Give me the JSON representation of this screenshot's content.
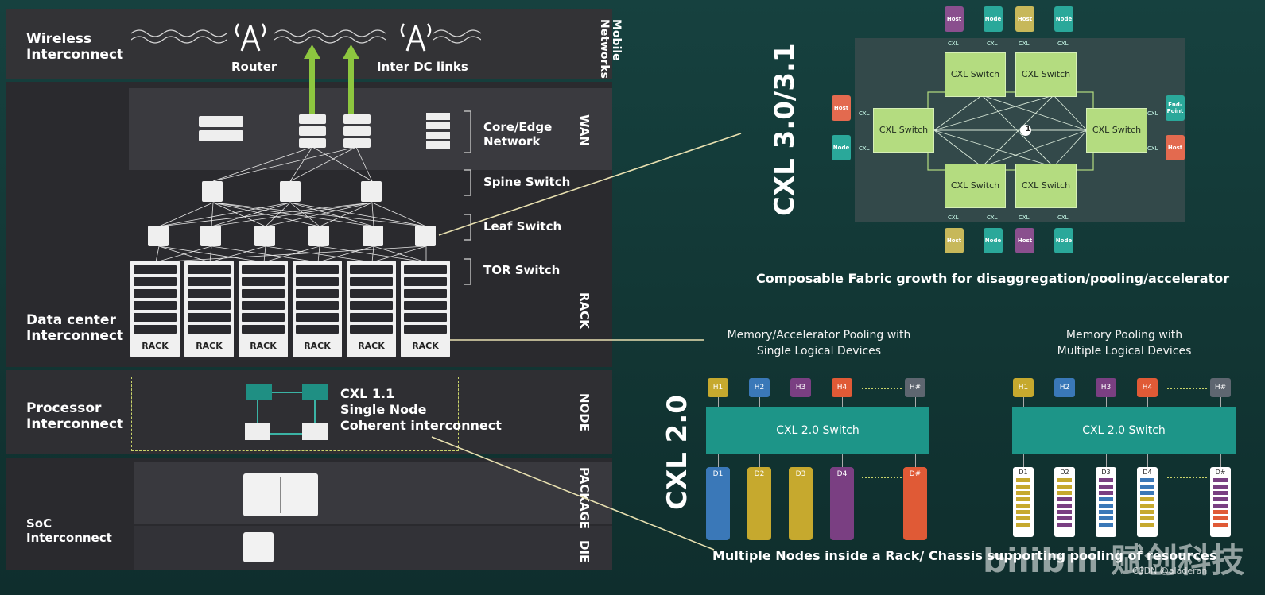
{
  "left_panel": {
    "bands": {
      "wireless": {
        "label": "Wireless\nInterconnect",
        "vertical": "Mobile\nNetworks"
      },
      "datacenter": {
        "label": "Data center\nInterconnect"
      },
      "processor": {
        "label": "Processor\nInterconnect",
        "vertical": "NODE"
      },
      "soc": {
        "label": "SoC\nInterconnect",
        "vertical_package": "PACKAGE",
        "vertical_die": "DIE"
      }
    },
    "wan_label": "WAN",
    "rack_label": "RACK",
    "router_label": "Router",
    "inter_dc_label": "Inter DC links",
    "tiers": {
      "core_edge": "Core/Edge\nNetwork",
      "spine": "Spine Switch",
      "leaf": "Leaf Switch",
      "tor": "TOR Switch"
    },
    "rack_unit_label": "RACK",
    "rack_count": 6,
    "cxl11": {
      "line1": "CXL 1.1",
      "line2": "Single Node",
      "line3": "Coherent interconnect"
    }
  },
  "cxl3": {
    "title": "CXL 3.0/3.1",
    "switch_label": "CXL Switch",
    "center_marker": "1",
    "link_label": "CXL",
    "top_chips": [
      {
        "label": "Host",
        "color": "#8a4f8e"
      },
      {
        "label": "Node",
        "color": "#2aa89a"
      },
      {
        "label": "Host",
        "color": "#c7b85a"
      },
      {
        "label": "Node",
        "color": "#2aa89a"
      }
    ],
    "bottom_chips": [
      {
        "label": "Host",
        "color": "#c7b85a"
      },
      {
        "label": "Node",
        "color": "#2aa89a"
      },
      {
        "label": "Host",
        "color": "#8a4f8e"
      },
      {
        "label": "Node",
        "color": "#2aa89a"
      }
    ],
    "left_chips": [
      {
        "label": "Host",
        "color": "#e36a4f"
      },
      {
        "label": "Node",
        "color": "#2aa89a"
      }
    ],
    "right_chips": [
      {
        "label": "End-\nPoint",
        "color": "#2aa89a"
      },
      {
        "label": "Host",
        "color": "#e36a4f"
      }
    ],
    "caption": "Composable Fabric growth for disaggregation/pooling/accelerator"
  },
  "cxl2": {
    "title": "CXL 2.0",
    "switch_label": "CXL 2.0 Switch",
    "sld": {
      "caption": "Memory/Accelerator Pooling with\nSingle Logical Devices",
      "hosts": [
        {
          "label": "H1",
          "color": "#c6a92e"
        },
        {
          "label": "H2",
          "color": "#3a78b8"
        },
        {
          "label": "H3",
          "color": "#7a3f82"
        },
        {
          "label": "H4",
          "color": "#e05a36"
        },
        {
          "label": "H#",
          "color": "#5e6670"
        }
      ],
      "devices": [
        {
          "label": "D1",
          "color": "#3a78b8"
        },
        {
          "label": "D2",
          "color": "#c6a92e"
        },
        {
          "label": "D3",
          "color": "#c6a92e"
        },
        {
          "label": "D4",
          "color": "#7a3f82"
        },
        {
          "label": "D#",
          "color": "#e05a36"
        }
      ]
    },
    "mld": {
      "caption": "Memory Pooling with\nMultiple Logical Devices",
      "hosts": [
        {
          "label": "H1",
          "color": "#c6a92e"
        },
        {
          "label": "H2",
          "color": "#3a78b8"
        },
        {
          "label": "H3",
          "color": "#7a3f82"
        },
        {
          "label": "H4",
          "color": "#e05a36"
        },
        {
          "label": "H#",
          "color": "#5e6670"
        }
      ],
      "devices": [
        {
          "label": "D1",
          "stripes": [
            "#c6a92e",
            "#c6a92e",
            "#c6a92e",
            "#c6a92e",
            "#c6a92e",
            "#c6a92e",
            "#c6a92e",
            "#c6a92e"
          ]
        },
        {
          "label": "D2",
          "stripes": [
            "#c6a92e",
            "#c6a92e",
            "#c6a92e",
            "#7a3f82",
            "#7a3f82",
            "#7a3f82",
            "#7a3f82",
            "#7a3f82"
          ]
        },
        {
          "label": "D3",
          "stripes": [
            "#7a3f82",
            "#7a3f82",
            "#7a3f82",
            "#3a78b8",
            "#3a78b8",
            "#3a78b8",
            "#3a78b8",
            "#3a78b8"
          ]
        },
        {
          "label": "D4",
          "stripes": [
            "#3a78b8",
            "#3a78b8",
            "#3a78b8",
            "#c6a92e",
            "#c6a92e",
            "#c6a92e",
            "#c6a92e",
            "#c6a92e"
          ]
        },
        {
          "label": "D#",
          "stripes": [
            "#7a3f82",
            "#7a3f82",
            "#7a3f82",
            "#7a3f82",
            "#7a3f82",
            "#e05a36",
            "#e05a36",
            "#e05a36"
          ]
        }
      ]
    },
    "caption": "Multiple Nodes inside a Rack/ Chassis supporting pooling of resources"
  },
  "watermark": {
    "text": "bilibili 赋创科技",
    "credit": "CSDN @aladeran"
  }
}
